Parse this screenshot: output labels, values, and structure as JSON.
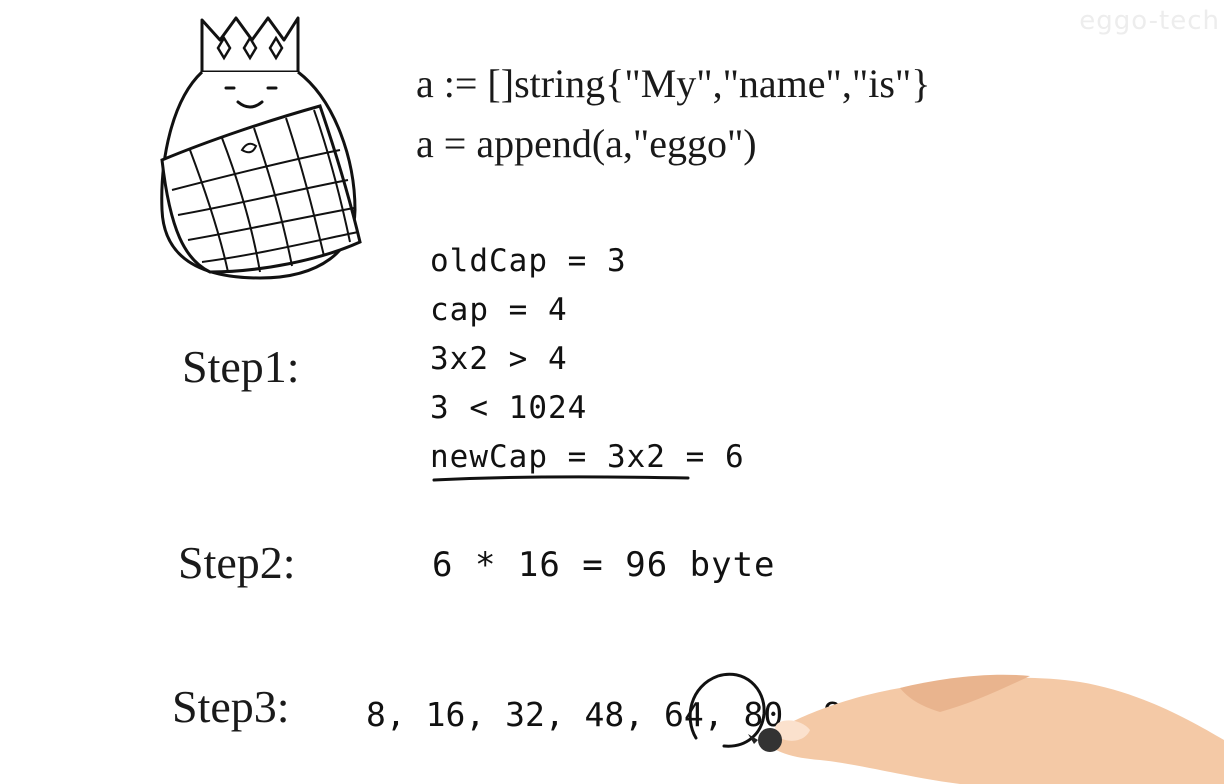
{
  "watermark": "eggo-tech",
  "code": {
    "line1": "a := []string{\"My\",\"name\",\"is\"}",
    "line2": "a = append(a,\"eggo\")"
  },
  "steps": {
    "step1": {
      "label": "Step1:",
      "old_cap": "oldCap = 3",
      "cap": "cap = 4",
      "compare": "3x2 > 4",
      "less_than": "3 < 1024",
      "new_cap": "newCap = 3x2 = 6"
    },
    "step2": {
      "label": "Step2:",
      "text": "6 * 16 = 96 byte"
    },
    "step3": {
      "label": "Step3:",
      "sequence": "8, 16, 32, 48, 64, 80, 96, 112, ......",
      "highlighted": "96"
    }
  },
  "icons": {
    "mascot": "crowned-egg-mascot-icon",
    "hand": "drawing-hand-icon"
  },
  "colors": {
    "ink": "#111111",
    "background": "#ffffff",
    "skin": "#f4c9a6"
  }
}
